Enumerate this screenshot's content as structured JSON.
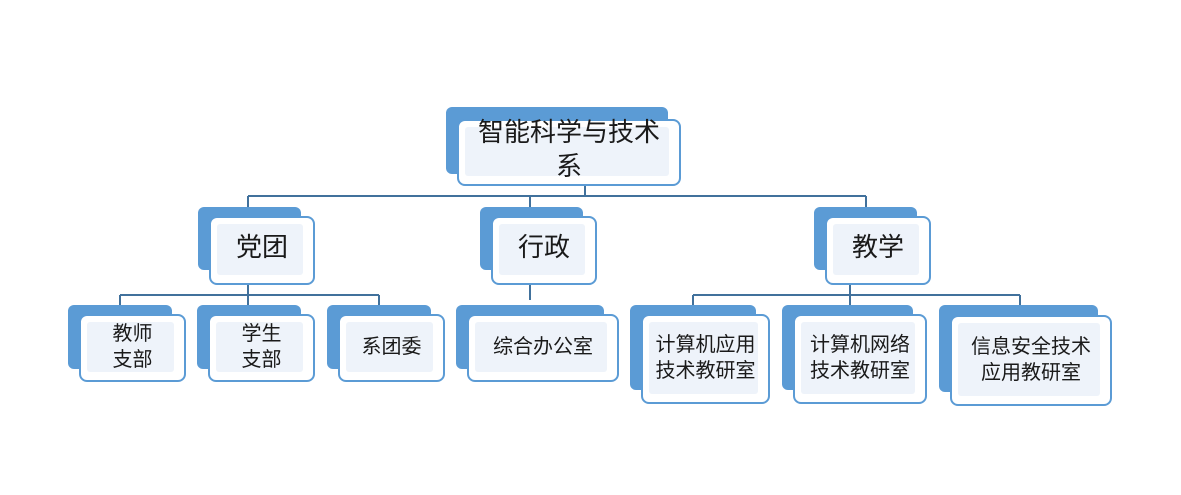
{
  "diagram": {
    "root": {
      "lines": [
        "智能科学与技术",
        "系"
      ]
    },
    "branches": [
      {
        "lines": [
          "党团"
        ],
        "children": [
          {
            "lines": [
              "教师",
              "支部"
            ]
          },
          {
            "lines": [
              "学生",
              "支部"
            ]
          },
          {
            "lines": [
              "系团委"
            ]
          }
        ]
      },
      {
        "lines": [
          "行政"
        ],
        "children": [
          {
            "lines": [
              "综合办公室"
            ]
          }
        ]
      },
      {
        "lines": [
          "教学"
        ],
        "children": [
          {
            "lines": [
              "计算机应用",
              "技术教研室"
            ]
          },
          {
            "lines": [
              "计算机网络",
              "技术教研室"
            ]
          },
          {
            "lines": [
              "信息安全技术",
              "应用教研室"
            ]
          }
        ]
      }
    ],
    "colors": {
      "box": "#5b9bd5",
      "line": "#41719c",
      "fill": "#eef3fa"
    }
  }
}
